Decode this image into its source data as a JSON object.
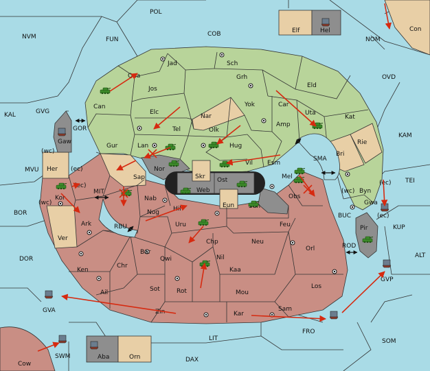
{
  "map": {
    "colors": {
      "sea": "#a9dbe6",
      "green": "#b8d49a",
      "red": "#c98e84",
      "tan": "#e8cfa6",
      "grey": "#8e8e8e",
      "dark": "#222222",
      "move": "#d62a10",
      "unit": "#3c8a2a"
    },
    "seas": {
      "pol": "POL",
      "nvm": "NVM",
      "fun": "FUN",
      "cob": "COB",
      "nom": "NOM",
      "ovd": "OVD",
      "kal": "KAL",
      "gvg": "GVG",
      "kam": "KAM",
      "tei": "TEI",
      "mvu": "MVU",
      "mit": "MIT",
      "bor": "BOR",
      "sma": "SMA",
      "buc": "BUC",
      "kup": "KUP",
      "rbu": "RBU",
      "rod": "ROD",
      "alt": "ALT",
      "dor": "DOR",
      "gva": "GVA",
      "gvp": "GVP",
      "fro": "FRO",
      "som": "SOM",
      "lit": "LIT",
      "dax": "DAX",
      "swm": "SWM",
      "gor": "GOR"
    },
    "green_provinces": {
      "qua": "Qua",
      "jad": "Jad",
      "sch": "Sch",
      "jos": "Jos",
      "can": "Can",
      "grh": "Grh",
      "eld": "Eld",
      "yok": "Yok",
      "car": "Car",
      "uta": "Uta",
      "elc": "Elc",
      "nar": "Nar",
      "kat": "Kat",
      "tel": "Tel",
      "olk": "Olk",
      "amp": "Amp",
      "gur": "Gur",
      "lan": "Lan",
      "hug": "Hug",
      "rie": "Rie",
      "vil": "Vil",
      "esm": "Esm",
      "bri": "Bri",
      "gaw": "Gaw",
      "byn": "Byn",
      "gwa": "Gwa"
    },
    "red_provinces": {
      "kor": "Kor",
      "nab": "Nab",
      "nog": "Nog",
      "hil": "Hil",
      "ark": "Ark",
      "uru": "Uru",
      "feu": "Feu",
      "chp": "Chp",
      "neu": "Neu",
      "bar": "Bar",
      "qwi": "Qwi",
      "nil": "Nil",
      "orl": "Orl",
      "ken": "Ken",
      "chr": "Chr",
      "kaa": "Kaa",
      "sot": "Sot",
      "rot": "Rot",
      "mou": "Mou",
      "ail": "Ail",
      "los": "Los",
      "zin": "Zin",
      "kar": "Kar",
      "sam": "Sam",
      "obs": "Obs",
      "mel": "Mel",
      "sun": "Sun",
      "cow": "Cow"
    },
    "tan_provinces": {
      "her": "Her",
      "ver": "Ver",
      "sap": "Sap",
      "elf": "Elf",
      "orn": "Orn",
      "con": "Con",
      "skr": "Skr",
      "eun": "Eun"
    },
    "grey_provinces": {
      "nor": "Nor",
      "web": "Web",
      "ost": "Ost",
      "pir": "Pir",
      "hel": "Hel",
      "aba": "Aba"
    },
    "coasts": {
      "her_wc": "(wc)",
      "her_ec": "(ec)",
      "kor_wc": "(wc)",
      "kor_ec": "(ec)",
      "gwa_wc": "(wc)",
      "gwa_ec": "(ec)",
      "tei_ec": "(ec)"
    }
  }
}
